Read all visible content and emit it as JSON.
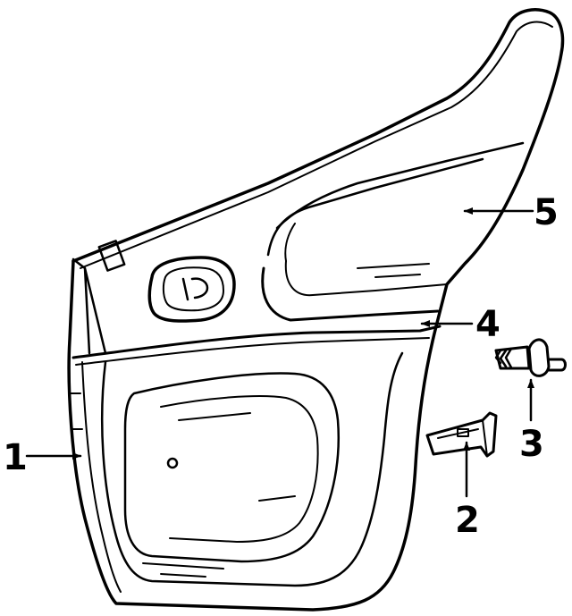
{
  "diagram": {
    "parts": [
      {
        "number": "1",
        "part": "door-trim-panel"
      },
      {
        "number": "2",
        "part": "mounting-bracket"
      },
      {
        "number": "3",
        "part": "retainer-clip"
      },
      {
        "number": "4",
        "part": "lower-trim-molding"
      },
      {
        "number": "5",
        "part": "upper-trim-panel"
      }
    ],
    "labels": {
      "p1": "1",
      "p2": "2",
      "p3": "3",
      "p4": "4",
      "p5": "5"
    }
  }
}
